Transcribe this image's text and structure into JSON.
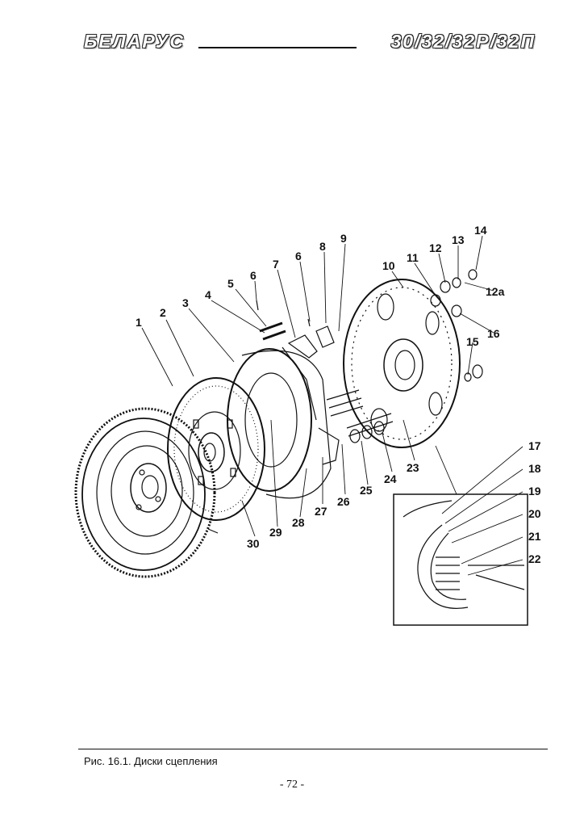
{
  "header": {
    "left": "БЕЛАРУС",
    "right": "30/32/32Р/32П"
  },
  "figure": {
    "caption": "Рис. 16.1. Диски сцепления",
    "callouts": [
      "1",
      "2",
      "3",
      "4",
      "5",
      "6",
      "7",
      "6",
      "8",
      "9",
      "10",
      "11",
      "12",
      "13",
      "14",
      "12а",
      "15",
      "16",
      "17",
      "18",
      "19",
      "20",
      "21",
      "22",
      "23",
      "24",
      "25",
      "26",
      "27",
      "28",
      "29",
      "30"
    ]
  },
  "footer": {
    "page_number": "- 72 -"
  }
}
